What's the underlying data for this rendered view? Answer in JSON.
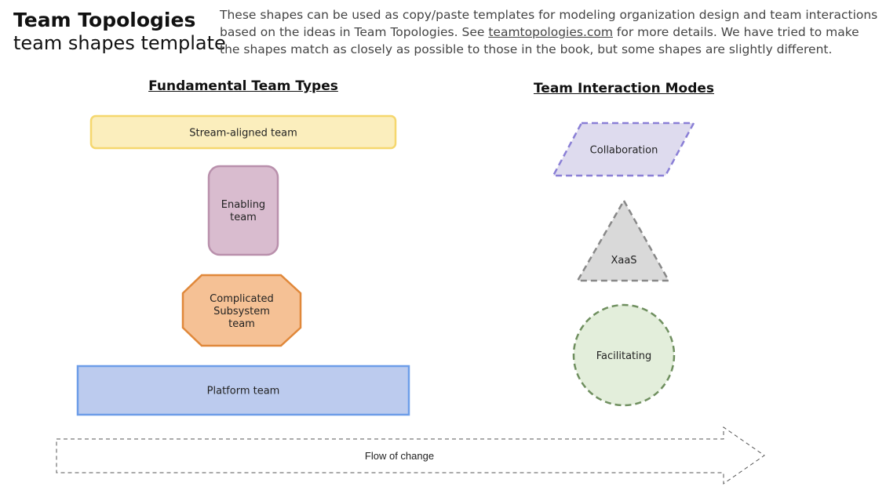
{
  "header": {
    "title": "Team Topologies",
    "subtitle": "team shapes template",
    "description_before": "These shapes can be used as copy/paste templates for modeling organization design and team interactions based on the ideas in Team Topologies. See ",
    "link_text": "teamtopologies.com",
    "description_after": " for more details. We have tried to make the shapes match as closely as possible to those in the book, but some shapes are slightly different."
  },
  "sections": {
    "team_types_heading": "Fundamental Team Types",
    "interaction_modes_heading": "Team Interaction Modes"
  },
  "team_types": {
    "stream_aligned": {
      "label": "Stream-aligned team",
      "fill": "#fbeebd",
      "stroke": "#f5d76e"
    },
    "enabling": {
      "label_line1": "Enabling",
      "label_line2": "team",
      "fill": "#d9bccf",
      "stroke": "#b990ac"
    },
    "complicated_subsystem": {
      "label_line1": "Complicated",
      "label_line2": "Subsystem",
      "label_line3": "team",
      "fill": "#f5c195",
      "stroke": "#e0883a"
    },
    "platform": {
      "label": "Platform team",
      "fill": "#bccbee",
      "stroke": "#6d9de8"
    }
  },
  "interaction_modes": {
    "collaboration": {
      "label": "Collaboration",
      "fill": "#dedbee",
      "stroke": "#8a7fd6"
    },
    "xaas": {
      "label": "XaaS",
      "fill": "#d9d9d9",
      "stroke": "#888888"
    },
    "facilitating": {
      "label": "Facilitating",
      "fill": "#e3eedb",
      "stroke": "#6f8f5f"
    }
  },
  "flow": {
    "label": "Flow of change"
  }
}
